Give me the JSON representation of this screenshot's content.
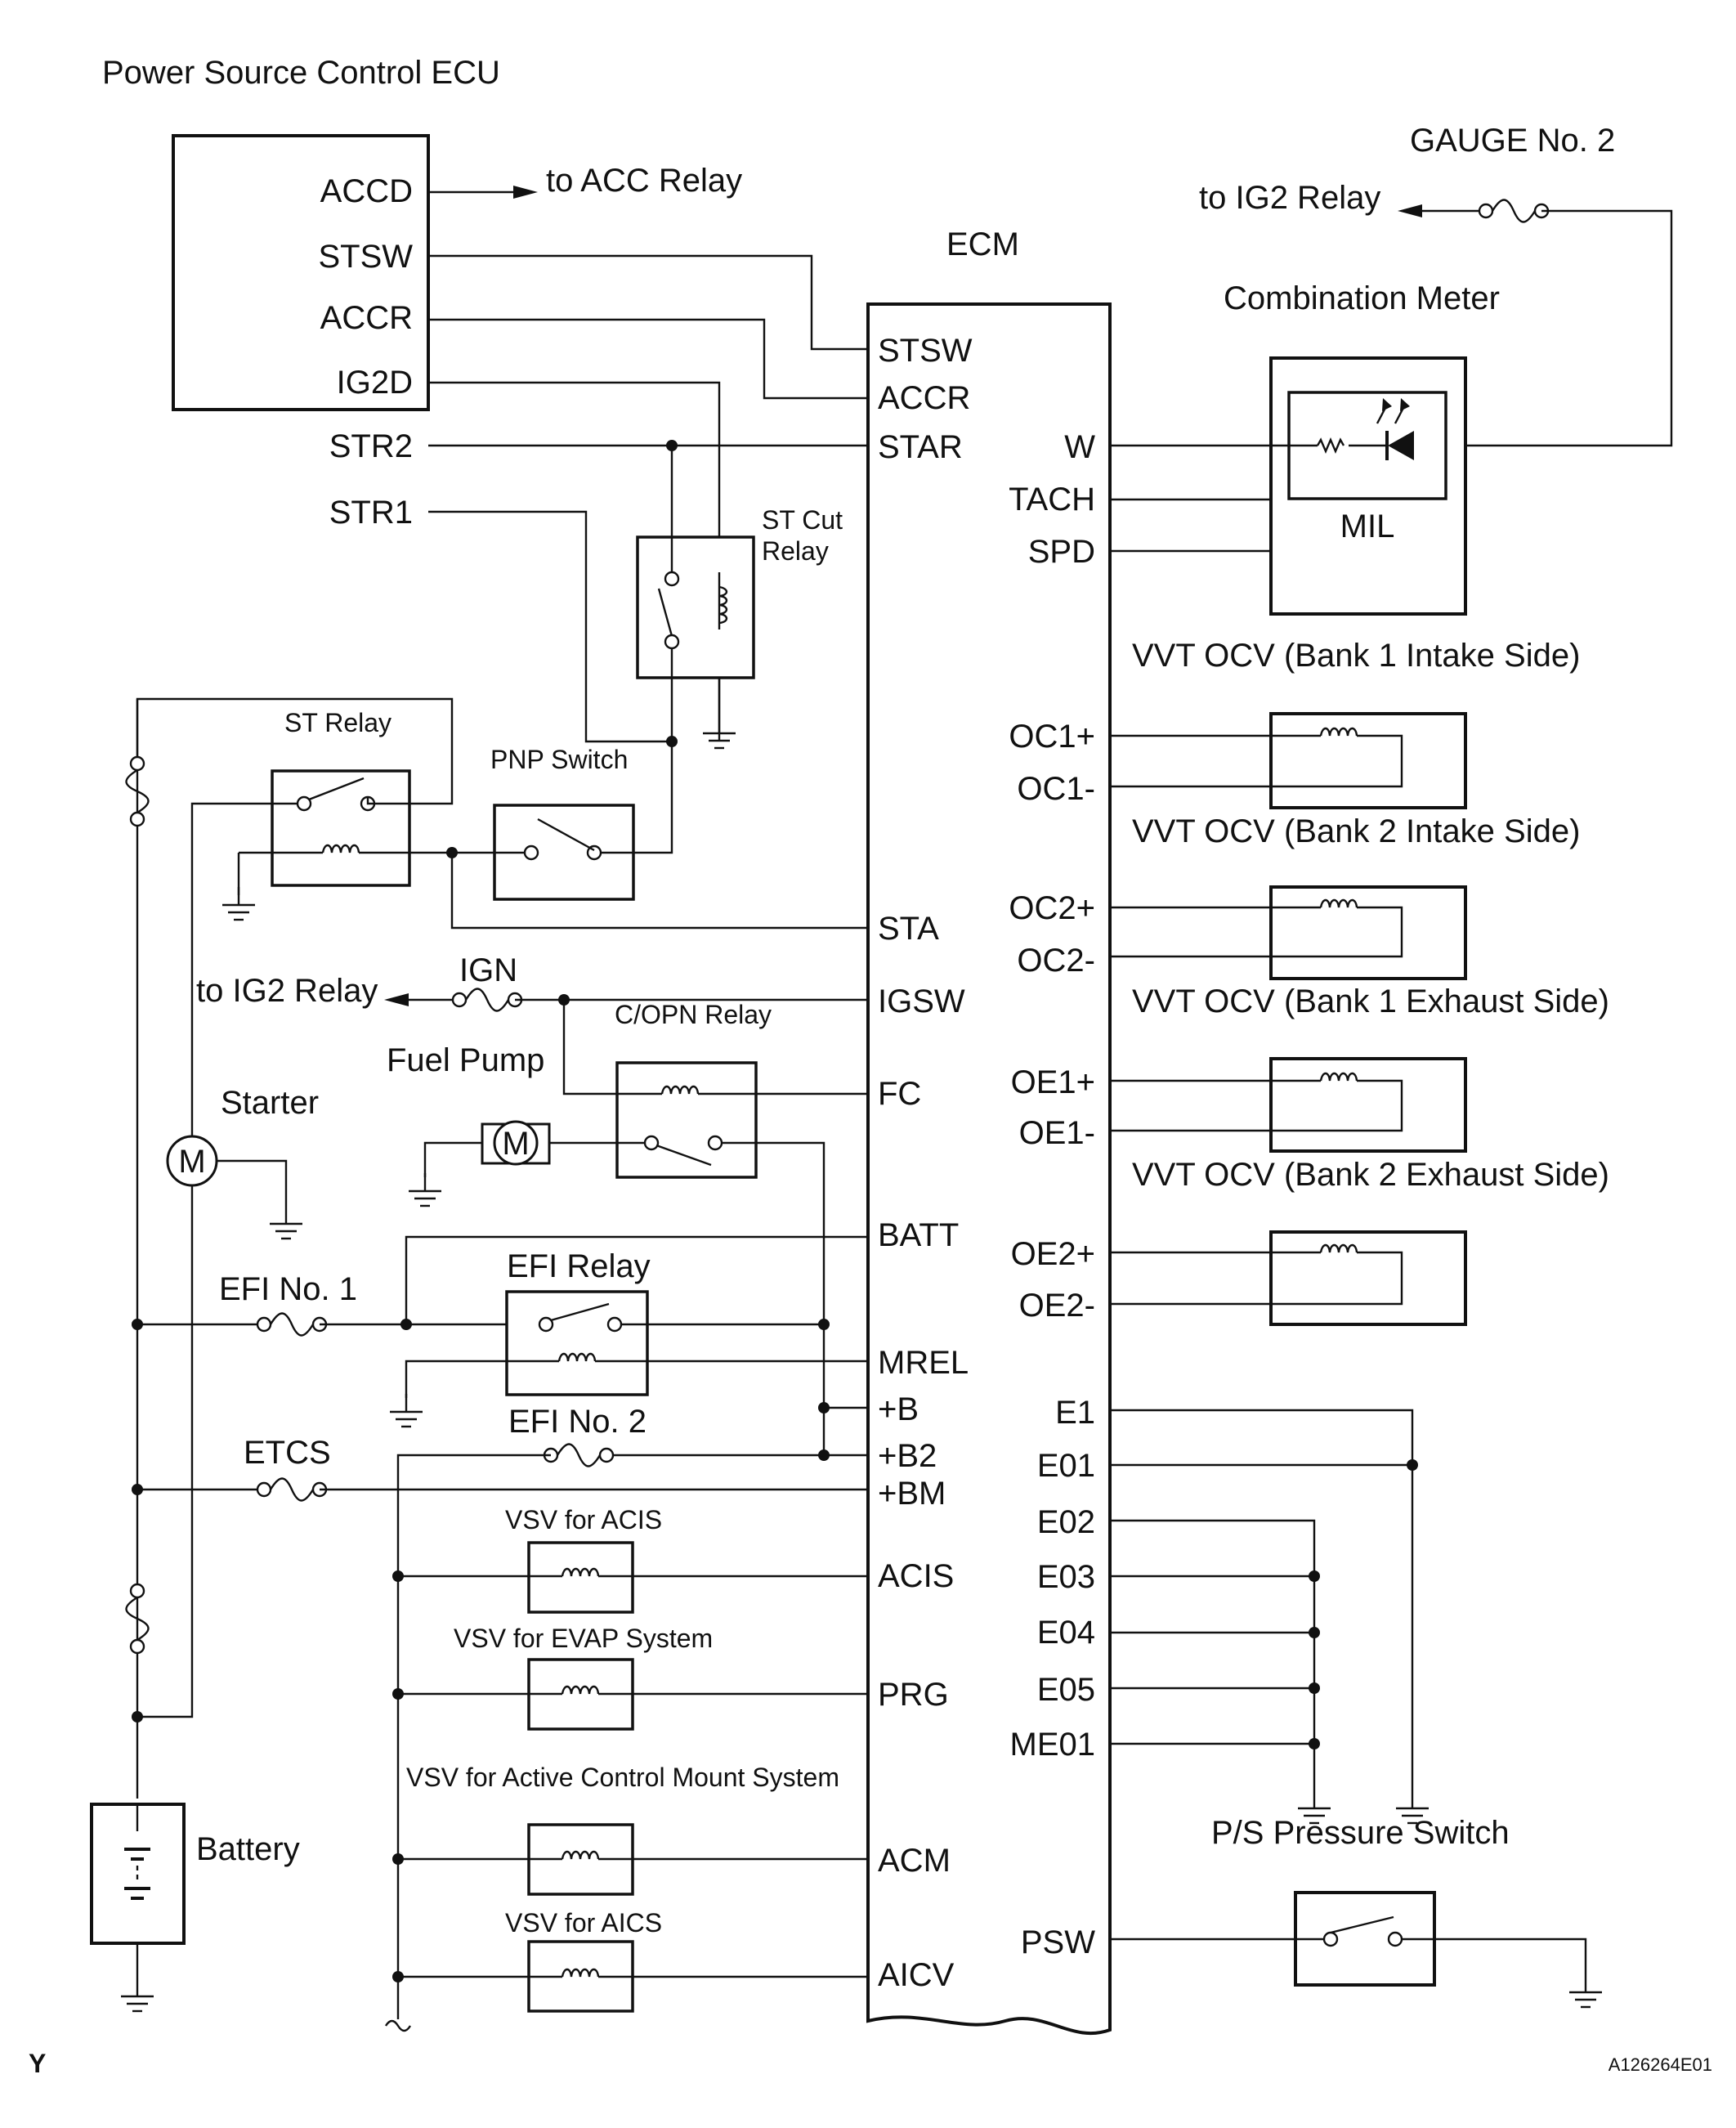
{
  "labels": {
    "psc_ecu": "Power Source Control ECU",
    "ecm": "ECM",
    "gauge_no2": "GAUGE No. 2",
    "to_ig2_relay_top": "to IG2 Relay",
    "to_acc_relay": "to ACC Relay",
    "combination_meter": "Combination Meter",
    "mil": "MIL",
    "st_cut_relay_1": "ST Cut",
    "st_cut_relay_2": "Relay",
    "st_relay": "ST Relay",
    "pnp_switch": "PNP Switch",
    "to_ig2_relay_left": "to IG2 Relay",
    "ign": "IGN",
    "copn_relay": "C/OPN Relay",
    "fuel_pump": "Fuel Pump",
    "starter": "Starter",
    "motor_symbol": "M",
    "efi_no1": "EFI No. 1",
    "efi_relay": "EFI Relay",
    "efi_no2": "EFI No. 2",
    "etcs": "ETCS",
    "vsv_acis": "VSV for ACIS",
    "vsv_evap": "VSV for EVAP System",
    "vsv_acm": "VSV for Active Control Mount System",
    "vsv_aics": "VSV for AICS",
    "battery": "Battery",
    "vvt_b1_intake": "VVT OCV (Bank 1 Intake Side)",
    "vvt_b2_intake": "VVT OCV (Bank 2 Intake Side)",
    "vvt_b1_exhaust": "VVT OCV (Bank 1 Exhaust Side)",
    "vvt_b2_exhaust": "VVT OCV (Bank 2 Exhaust Side)",
    "ps_pressure_switch": "P/S Pressure Switch",
    "corner_code": "Y",
    "figure_id": "A126264E01"
  },
  "psc_pins": [
    "ACCD",
    "STSW",
    "ACCR",
    "IG2D",
    "STR2",
    "STR1"
  ],
  "ecm_left_pins": [
    "STSW",
    "ACCR",
    "STAR",
    "STA",
    "IGSW",
    "FC",
    "BATT",
    "MREL",
    "+B",
    "+B2",
    "+BM",
    "ACIS",
    "PRG",
    "ACM",
    "AICV"
  ],
  "ecm_right_pins": [
    "W",
    "TACH",
    "SPD",
    "OC1+",
    "OC1-",
    "OC2+",
    "OC2-",
    "OE1+",
    "OE1-",
    "OE2+",
    "OE2-",
    "E1",
    "E01",
    "E02",
    "E03",
    "E04",
    "E05",
    "ME01",
    "PSW"
  ]
}
